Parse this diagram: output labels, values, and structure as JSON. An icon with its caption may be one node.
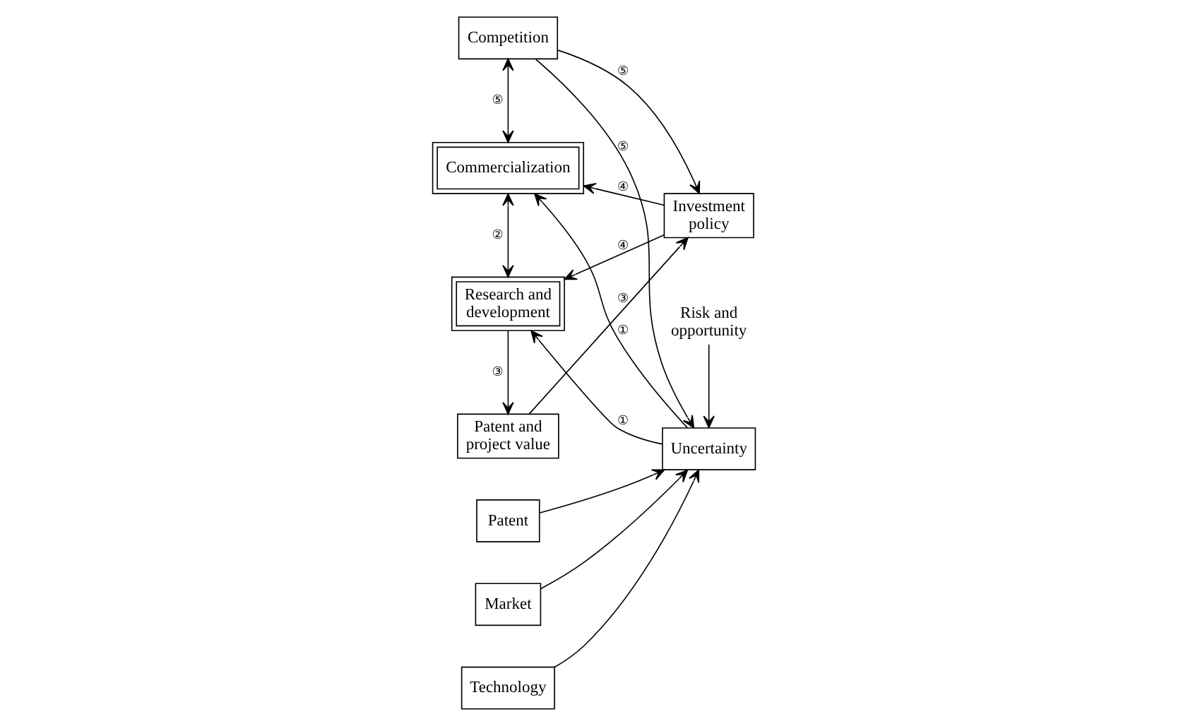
{
  "diagram": {
    "nodes": [
      {
        "text": [
          "Competition"
        ]
      },
      {
        "text": [
          "Patent"
        ]
      },
      {
        "text": [
          "Commercialization"
        ]
      },
      {
        "text": [
          "Market"
        ]
      },
      {
        "text": [
          "Uncertainty"
        ]
      },
      {
        "text": [
          "Investment policy"
        ]
      },
      {
        "text": [
          "Technology"
        ]
      },
      {
        "text": [
          "Research and development"
        ]
      },
      {
        "text": [
          "Risk and opportunity"
        ]
      },
      {
        "text": [
          "Patent and project value"
        ]
      }
    ],
    "edges": [
      {
        "from": 0,
        "to": 4,
        "arrow": "to",
        "label": "⑤"
      },
      {
        "from": 0,
        "to": 5,
        "arrow": "to",
        "label": "⑤"
      },
      {
        "from": 0,
        "to": 2,
        "arrow": "both",
        "label": "⑤"
      },
      {
        "from": 1,
        "to": 4,
        "arrow": "to"
      },
      {
        "from": 3,
        "to": 4,
        "arrow": "to"
      },
      {
        "from": 6,
        "to": 4,
        "arrow": "to"
      },
      {
        "from": 8,
        "to": 4,
        "arrow": "to"
      },
      {
        "from": 4,
        "to": 2,
        "arrow": "to",
        "label": "①"
      },
      {
        "from": 4,
        "to": 7,
        "arrow": "to",
        "label": "①"
      },
      {
        "from": 2,
        "to": 7,
        "arrow": "both",
        "label": "②"
      },
      {
        "from": 7,
        "to": 9,
        "arrow": "to",
        "label": "③"
      },
      {
        "from": 9,
        "to": 5,
        "arrow": "to",
        "label": "③"
      },
      {
        "from": 5,
        "to": 2,
        "arrow": "to",
        "label": "④"
      },
      {
        "from": 5,
        "to": 7,
        "arrow": "to",
        "label": "④"
      }
    ]
  }
}
